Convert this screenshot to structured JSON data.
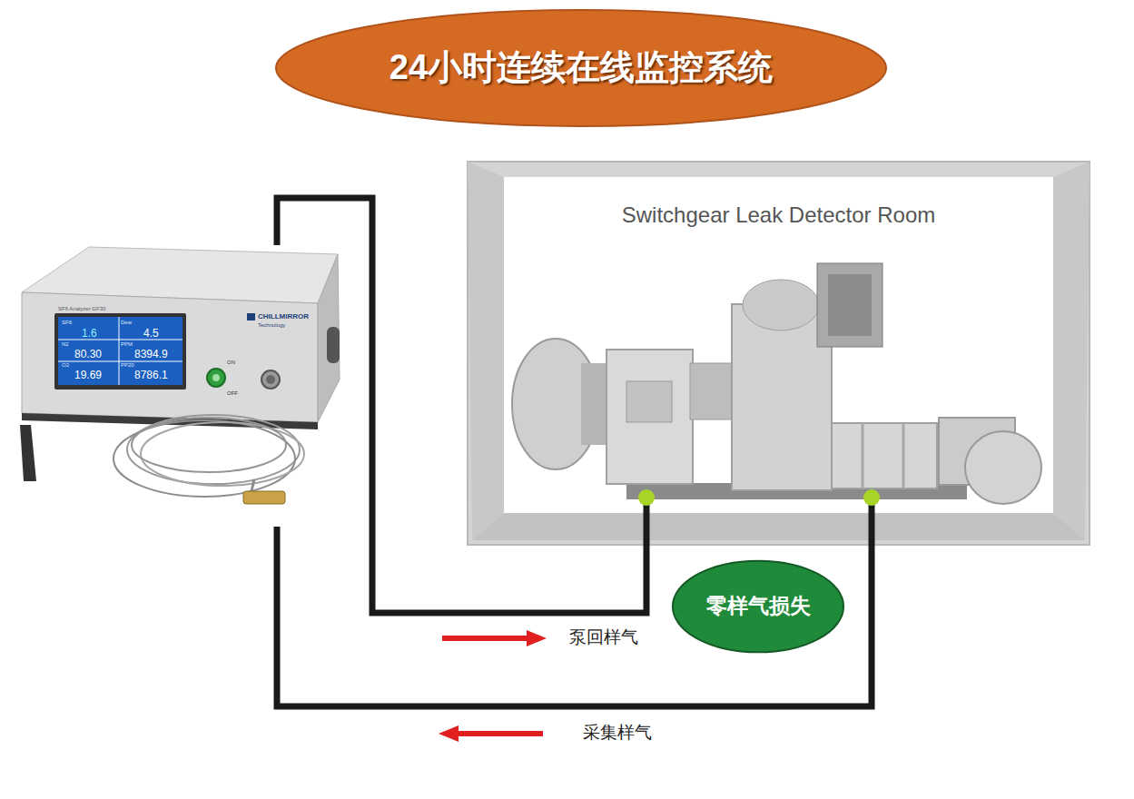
{
  "diagram": {
    "title": "24小时连续在线监控系统",
    "nodes": [
      {
        "text": [
          "CHILLMIRROR",
          "Technology"
        ]
      },
      {
        "text": [
          "Switchgear Leak Detector Room"
        ]
      },
      {
        "text": [
          "零样气损失"
        ]
      }
    ],
    "edges": [
      {
        "from": 0,
        "to": 1,
        "arrow": "none",
        "label": "泵回样气"
      },
      {
        "from": 0,
        "to": 1,
        "arrow": "none",
        "label": "采集样气"
      }
    ],
    "labels": [
      "SF6",
      "1.6",
      "Dew",
      "4.5",
      "N2",
      "80.30",
      "PPM",
      "8394.9",
      "O2",
      "19.69",
      "PP20",
      "8786.1",
      "ON",
      "OFF",
      "SF6 Analyzer GF30"
    ]
  }
}
